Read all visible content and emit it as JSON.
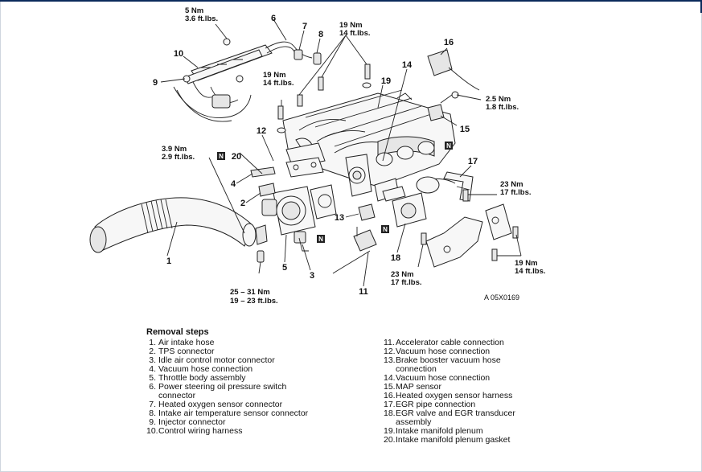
{
  "diagram": {
    "reference_code": "A 05X0169",
    "callouts": [
      "1",
      "2",
      "3",
      "4",
      "5",
      "6",
      "7",
      "8",
      "9",
      "10",
      "11",
      "12",
      "13",
      "14",
      "15",
      "16",
      "17",
      "18",
      "19",
      "20"
    ],
    "torque_specs": {
      "t_5nm": [
        "5 Nm",
        "3.6 ft.lbs."
      ],
      "t_19nm_top": [
        "19 Nm",
        "14 ft.lbs."
      ],
      "t_19nm_left": [
        "19 Nm",
        "14 ft.lbs."
      ],
      "t_25nm_right": [
        "2.5 Nm",
        "1.8 ft.lbs."
      ],
      "t_39nm": [
        "3.9 Nm",
        "2.9 ft.lbs."
      ],
      "t_23nm_right": [
        "23 Nm",
        "17 ft.lbs."
      ],
      "t_23nm_bottom": [
        "23 Nm",
        "17 ft.lbs."
      ],
      "t_19nm_right": [
        "19 Nm",
        "14 ft.lbs."
      ],
      "t_25_31": [
        "25 – 31 Nm",
        "19 – 23 ft.lbs."
      ]
    },
    "n_marker": "N"
  },
  "removal": {
    "heading": "Removal steps",
    "left_steps": [
      {
        "num": "1.",
        "text": "Air intake hose"
      },
      {
        "num": "2.",
        "text": "TPS connector"
      },
      {
        "num": "3.",
        "text": "Idle air control motor connector"
      },
      {
        "num": "4.",
        "text": "Vacuum hose connection"
      },
      {
        "num": "5.",
        "text": "Throttle body assembly"
      },
      {
        "num": "6.",
        "text": "Power steering oil pressure switch connector"
      },
      {
        "num": "7.",
        "text": "Heated oxygen sensor connector"
      },
      {
        "num": "8.",
        "text": "Intake air temperature sensor connector"
      },
      {
        "num": "9.",
        "text": "Injector connector"
      },
      {
        "num": "10.",
        "text": "Control wiring harness"
      }
    ],
    "right_steps": [
      {
        "num": "11.",
        "text": "Accelerator cable connection"
      },
      {
        "num": "12.",
        "text": "Vacuum hose connection"
      },
      {
        "num": "13.",
        "text": "Brake booster vacuum hose connection"
      },
      {
        "num": "14.",
        "text": "Vacuum hose connection"
      },
      {
        "num": "15.",
        "text": "MAP sensor"
      },
      {
        "num": "16.",
        "text": "Heated oxygen sensor harness"
      },
      {
        "num": "17.",
        "text": "EGR pipe connection"
      },
      {
        "num": "18.",
        "text": "EGR valve and EGR transducer assembly"
      },
      {
        "num": "19.",
        "text": "Intake manifold plenum"
      },
      {
        "num": "20.",
        "text": "Intake manifold plenum gasket"
      }
    ]
  }
}
